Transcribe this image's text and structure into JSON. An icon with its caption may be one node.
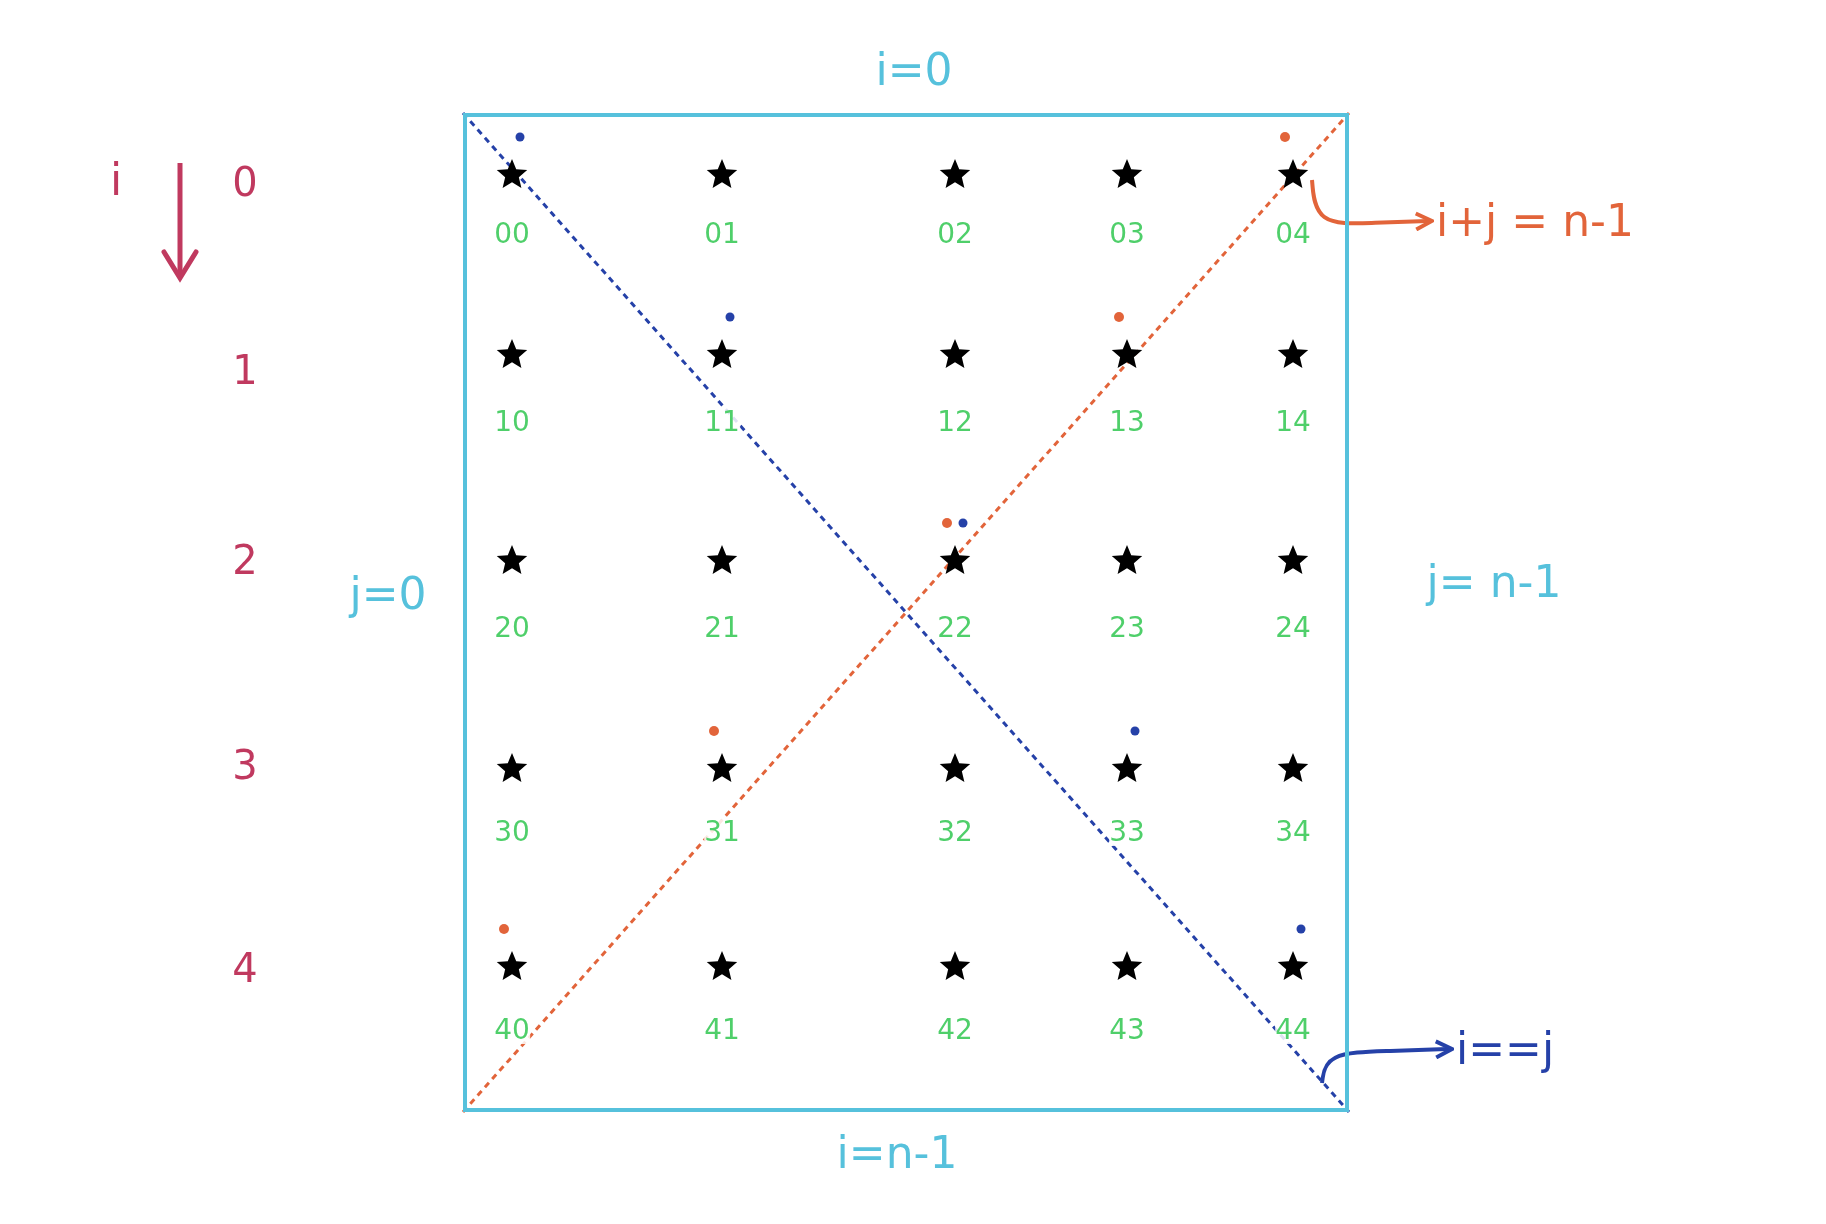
{
  "diagram": {
    "nodes": [
      {
        "text": [],
        "shape": "box"
      },
      {
        "text": [
          "i+j = n-1"
        ]
      },
      {
        "text": [
          "i==j"
        ]
      }
    ],
    "edges": [
      {
        "from": 0,
        "to": 1,
        "arrow": "to",
        "color": "#e2643a"
      },
      {
        "from": 0,
        "to": 2,
        "arrow": "to",
        "color": "#2541a8"
      }
    ],
    "labels": [
      "i=0",
      "i",
      "0",
      "00",
      "01",
      "02",
      "03",
      "04",
      "1",
      "10",
      "11",
      "12",
      "13",
      "14",
      "2",
      "j=0",
      "20",
      "21",
      "22",
      "23",
      "24",
      "j= n-1",
      "3",
      "30",
      "31",
      "32",
      "33",
      "34",
      "4",
      "40",
      "41",
      "42",
      "43",
      "44",
      "i=n-1"
    ]
  }
}
